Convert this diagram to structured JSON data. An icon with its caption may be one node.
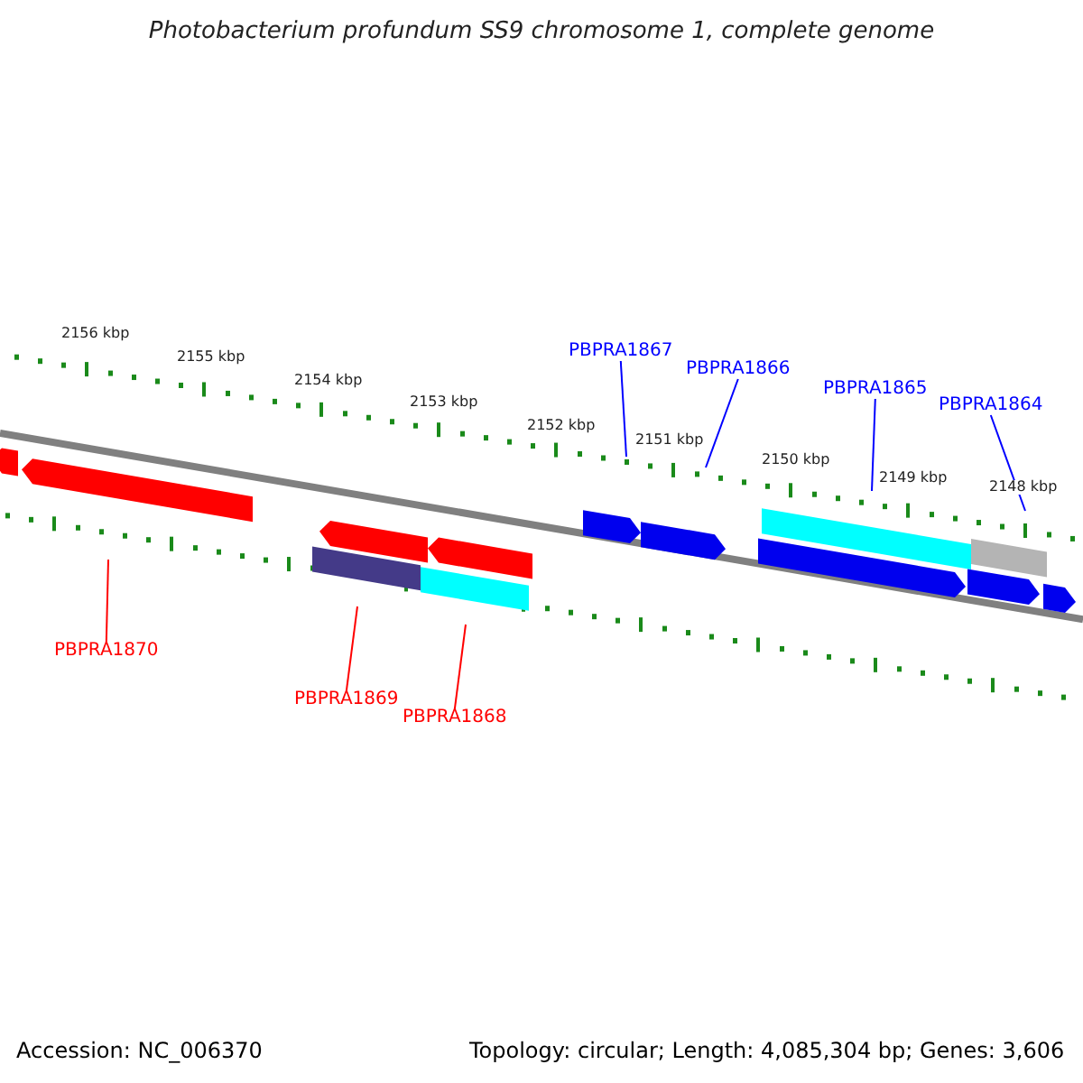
{
  "diagram": {
    "title": "Photobacterium profundum SS9 chromosome 1, complete genome",
    "nodes": [
      {
        "text": [
          "PBPRA1870"
        ]
      },
      {
        "text": [],
        "shape": "arrow"
      },
      {
        "text": [
          "PBPRA1869"
        ]
      },
      {
        "text": [],
        "shape": "bar"
      },
      {
        "text": [
          "PBPRA1868"
        ]
      },
      {
        "text": [],
        "shape": "bar"
      },
      {
        "text": [
          "PBPRA1867"
        ]
      },
      {
        "text": [],
        "shape": "arrow"
      },
      {
        "text": [
          "PBPRA1866"
        ]
      },
      {
        "text": [],
        "shape": "arrow"
      },
      {
        "text": [
          "PBPRA1865"
        ]
      },
      {
        "text": [],
        "shape": "bar"
      },
      {
        "text": [
          "PBPRA1864"
        ]
      },
      {
        "text": [],
        "shape": "bar"
      },
      {
        "text": [],
        "shape": "arrow"
      },
      {
        "text": [],
        "shape": "arrow"
      },
      {
        "text": [],
        "shape": "arrow"
      },
      {
        "text": [],
        "shape": "arrow"
      },
      {
        "text": [],
        "shape": "arrow"
      },
      {
        "text": [],
        "shape": "arrow"
      }
    ],
    "edges": [
      {
        "from": 0,
        "to": 1,
        "arrow": "none",
        "color": "#ff0000"
      },
      {
        "from": 2,
        "to": 3,
        "arrow": "none",
        "color": "#ff0000"
      },
      {
        "from": 4,
        "to": 5,
        "arrow": "none",
        "color": "#ff0000"
      },
      {
        "from": 6,
        "to": 7,
        "arrow": "none",
        "color": "#0000ff"
      },
      {
        "from": 8,
        "to": 9,
        "arrow": "none",
        "color": "#0000ff"
      },
      {
        "from": 10,
        "to": 11,
        "arrow": "none",
        "color": "#0000ff"
      },
      {
        "from": 12,
        "to": 13,
        "arrow": "none",
        "color": "#0000ff"
      }
    ],
    "labels": [
      "2156 kbp",
      "2155 kbp",
      "2154 kbp",
      "2153 kbp",
      "2152 kbp",
      "2151 kbp",
      "2150 kbp",
      "2149 kbp",
      "2148 kbp",
      "Accession: NC_006370",
      "Topology: circular; Length: 4,085,304 bp; Genes: 3,606"
    ]
  }
}
